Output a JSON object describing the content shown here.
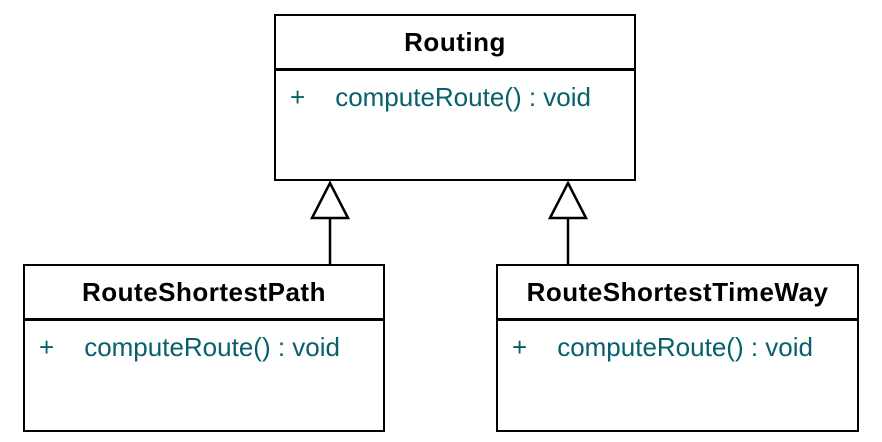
{
  "diagram": {
    "background_color": "#ffffff",
    "line_color": "#000000",
    "title_text_color": "#000000",
    "member_text_color": "#07606B",
    "classes": [
      {
        "name": "Routing",
        "members": [
          {
            "visibility": "+",
            "signature": "computeRoute() : void"
          }
        ]
      },
      {
        "name": "RouteShortestPath",
        "members": [
          {
            "visibility": "+",
            "signature": "computeRoute() : void"
          }
        ]
      },
      {
        "name": "RouteShortestTimeWay",
        "members": [
          {
            "visibility": "+",
            "signature": "computeRoute() : void"
          }
        ]
      }
    ],
    "relationships": [
      {
        "type": "generalization",
        "from": "RouteShortestPath",
        "to": "Routing"
      },
      {
        "type": "generalization",
        "from": "RouteShortestTimeWay",
        "to": "Routing"
      }
    ]
  }
}
